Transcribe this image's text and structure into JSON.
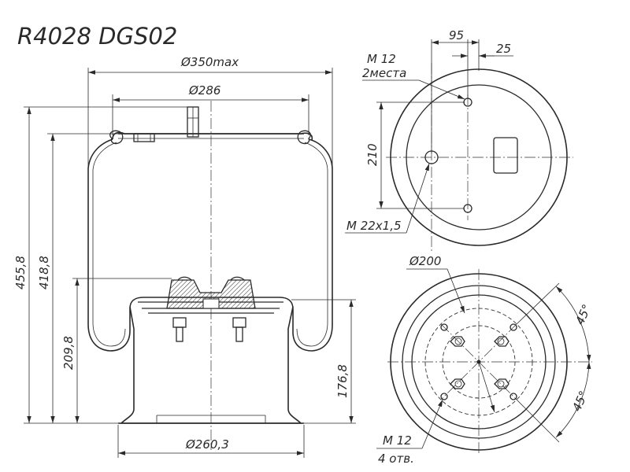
{
  "title": "R4028 DGS02",
  "side_view": {
    "dims": {
      "d_max": "Ø350max",
      "d_top": "Ø286",
      "d_bottom": "Ø260,3",
      "h_total": "455,8",
      "h_bellows": "418,8",
      "h_mid": "209,8",
      "h_piston": "176,8"
    }
  },
  "top_view": {
    "dims": {
      "d95": "95",
      "d25": "25",
      "d210": "210"
    },
    "callouts": {
      "m12_line1": "M 12",
      "m12_line2": "2места",
      "m22": "M 22x1,5"
    }
  },
  "bottom_view": {
    "dims": {
      "d200": "Ø200",
      "angle1": "45°",
      "angle2": "45°"
    },
    "callouts": {
      "m12_line1": "M 12",
      "m12_line2": "4 отв."
    }
  }
}
